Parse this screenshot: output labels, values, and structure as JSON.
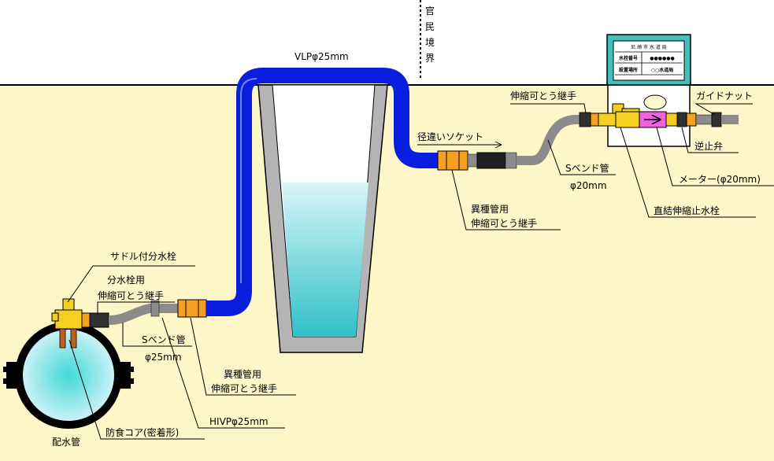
{
  "colors": {
    "ground": "#fdf6c8",
    "pipe_blue": "#0a1ee0",
    "pipe_gray": "#8c8c8c",
    "fitting_orange": "#f5a020",
    "valve_yellow": "#f5d020",
    "meter_pink": "#f060e0",
    "water": "#4cc8d0",
    "concrete": "#b4b4b4",
    "box_teal": "#40c0b8"
  },
  "labels": {
    "boundary": [
      "官",
      "民",
      "境",
      "界"
    ],
    "vlp": "VLPφ25mm",
    "saddle_faucet": "サドル付分水栓",
    "faucet_joint_1": "分水栓用",
    "faucet_joint_2": "伸縮可とう継手",
    "s_bend_left_1": "Sベンド管",
    "s_bend_left_2": "φ25mm",
    "dissimilar_left_1": "異種管用",
    "dissimilar_left_2": "伸縮可とう継手",
    "hivp": "HIVPφ25mm",
    "anticorrosion": "防食コア(密着形)",
    "main_pipe": "配水管",
    "reducer_socket": "径違いソケット",
    "dissimilar_right_1": "異種管用",
    "dissimilar_right_2": "伸縮可とう継手",
    "s_bend_right_1": "Sベンド管",
    "s_bend_right_2": "φ20mm",
    "flex_joint": "伸縮可とう継手",
    "guide_nut": "ガイドナット",
    "check_valve": "逆止弁",
    "meter": "メーター(φ20mm)",
    "stop_valve": "直結伸縮止水栓"
  },
  "meter_sign": {
    "title": "尼 崎 市 水 道 局",
    "row1_label": "水栓番号",
    "row1_value": "●●●●●●",
    "row2_label": "設置場所",
    "row2_value": "○○水道局"
  }
}
